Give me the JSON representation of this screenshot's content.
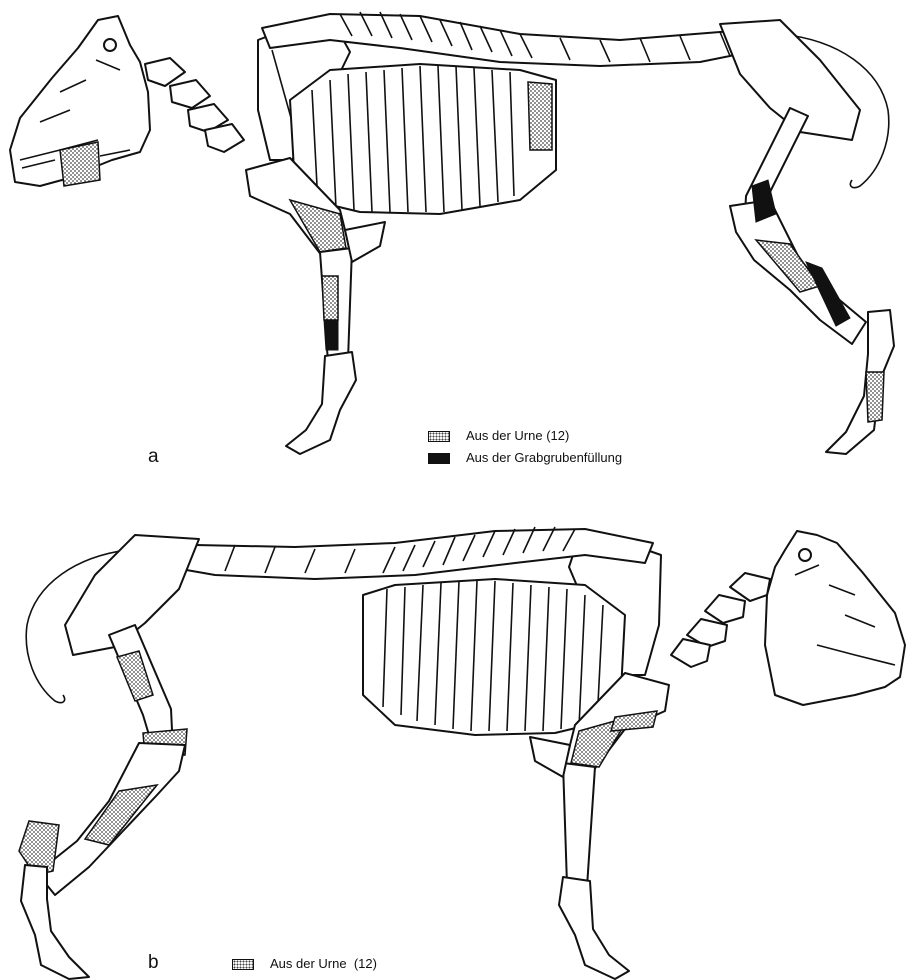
{
  "panels": [
    {
      "letter": "a",
      "legend": [
        {
          "label": "Aus der Urne (12)",
          "fill": "dotted"
        },
        {
          "label": "Aus der Grabgrubenfüllung",
          "fill": "black"
        }
      ]
    },
    {
      "letter": "b",
      "legend": [
        {
          "label": "Aus der Urne  (12)",
          "fill": "dotted"
        }
      ]
    }
  ],
  "colors": {
    "line": "#111111",
    "background": "#ffffff",
    "dot_pattern": "#444444",
    "solid_fill": "#111111"
  }
}
